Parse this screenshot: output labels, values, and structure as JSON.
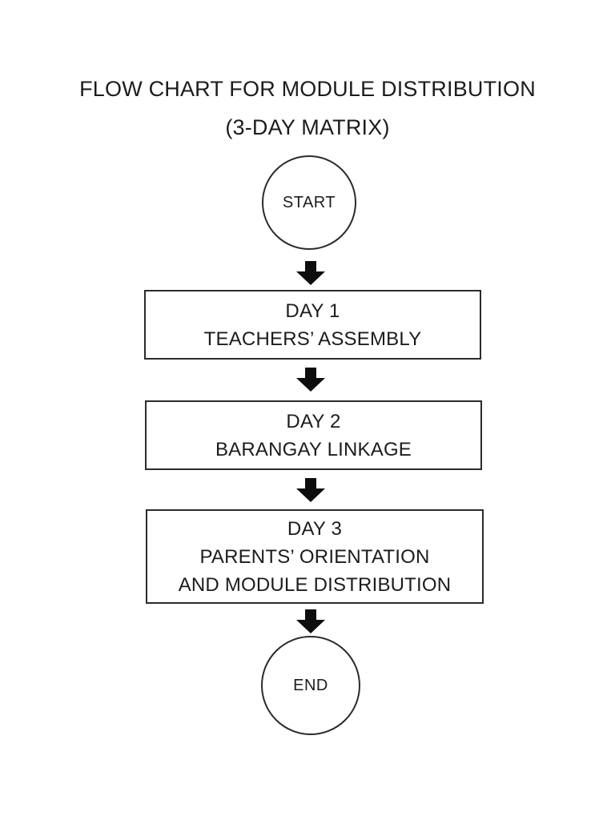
{
  "page": {
    "title_line1": "FLOW CHART FOR MODULE DISTRIBUTION",
    "title_line2": "(3-DAY MATRIX)"
  },
  "flowchart": {
    "start_label": "START",
    "end_label": "END",
    "steps": [
      {
        "line1": "DAY 1",
        "line2": "TEACHERS’ ASSEMBLY"
      },
      {
        "line1": "DAY 2",
        "line2": "BARANGAY LINKAGE"
      },
      {
        "line1": "DAY 3",
        "line2": "PARENTS’ ORIENTATION",
        "line3": "AND MODULE DISTRIBUTION"
      }
    ],
    "arrow_icon": "down-arrow",
    "colors": {
      "ink": "#1c1c1c",
      "border": "#2b2b2b",
      "background": "#ffffff"
    }
  }
}
